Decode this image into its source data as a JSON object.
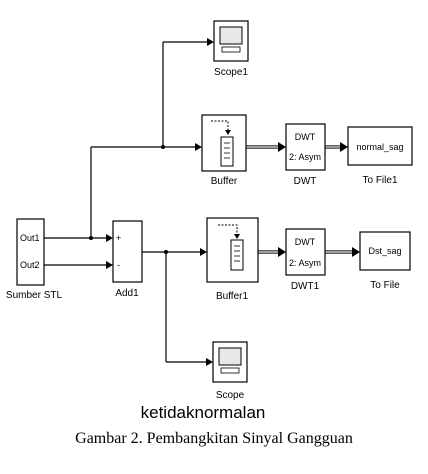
{
  "blocks": {
    "scope1": {
      "label": "Scope1"
    },
    "scope": {
      "label": "Scope"
    },
    "source": {
      "label": "Sumber STL",
      "port1": "Out1",
      "port2": "Out2"
    },
    "add": {
      "label": "Add1",
      "plus": "+",
      "minus": "-"
    },
    "buffer": {
      "label": "Buffer"
    },
    "buffer1": {
      "label": "Buffer1"
    },
    "dwt": {
      "label": "DWT",
      "line1": "DWT",
      "line2": "2: Asym"
    },
    "dwt1": {
      "label": "DWT1",
      "line1": "DWT",
      "line2": "2: Asym"
    },
    "tofile1": {
      "label": "To File1",
      "name": "normal_sag"
    },
    "tofile": {
      "label": "To File",
      "name": "Dst_sag"
    }
  },
  "overlay_text": "ketidaknormalan",
  "caption": "Gambar 2. Pembangkitan Sinyal Gangguan"
}
